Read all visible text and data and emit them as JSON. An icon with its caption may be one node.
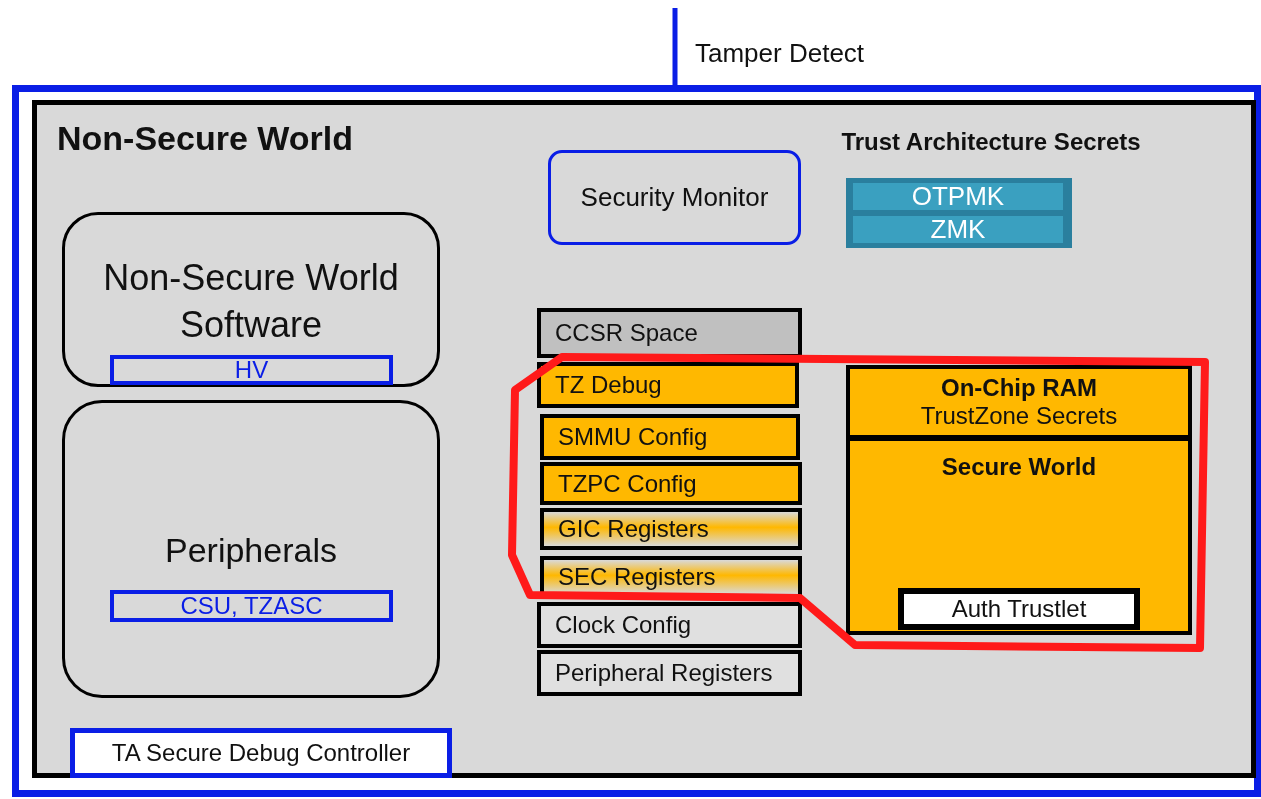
{
  "diagram": {
    "nodes": [
      {
        "text": [],
        "shape": "box"
      },
      {
        "text": [
          "Non-Secure World"
        ],
        "in": 0
      },
      {
        "text": [
          "Security Monitor"
        ],
        "in": 1
      },
      {
        "text": [
          "Trust Architecture Secrets"
        ],
        "in": 1
      },
      {
        "text": [
          "OTPMK"
        ],
        "in": 3
      },
      {
        "text": [
          "ZMK"
        ],
        "in": 3
      },
      {
        "text": [
          "Non-Secure World Software"
        ],
        "in": 1
      },
      {
        "text": [
          "HV"
        ],
        "in": 6
      },
      {
        "text": [
          "Peripherals"
        ],
        "in": 1
      },
      {
        "text": [
          "CSU, TZASC"
        ],
        "in": 8
      },
      {
        "text": [
          "TA Secure Debug Controller"
        ],
        "in": 1
      },
      {
        "text": [
          "CCSR Space"
        ],
        "in": 1
      },
      {
        "text": [
          "TZ Debug"
        ],
        "in": 1
      },
      {
        "text": [
          "SMMU Config"
        ],
        "in": 1
      },
      {
        "text": [
          "TZPC Config"
        ],
        "in": 1
      },
      {
        "text": [
          "GIC Registers"
        ],
        "in": 1
      },
      {
        "text": [
          "SEC Registers"
        ],
        "in": 1
      },
      {
        "text": [
          "Clock Config"
        ],
        "in": 1
      },
      {
        "text": [
          "Peripheral Registers"
        ],
        "in": 1
      },
      {
        "text": [
          "On-Chip RAM",
          "TrustZone Secrets"
        ],
        "in": 1
      },
      {
        "text": [
          "Secure World"
        ],
        "in": 1
      },
      {
        "text": [
          "Auth Trustlet"
        ],
        "in": 20
      }
    ],
    "edges": [
      {
        "from": null,
        "to": 2,
        "arrow": "none",
        "label": "Tamper Detect",
        "color": "#0a1ee6"
      }
    ]
  }
}
